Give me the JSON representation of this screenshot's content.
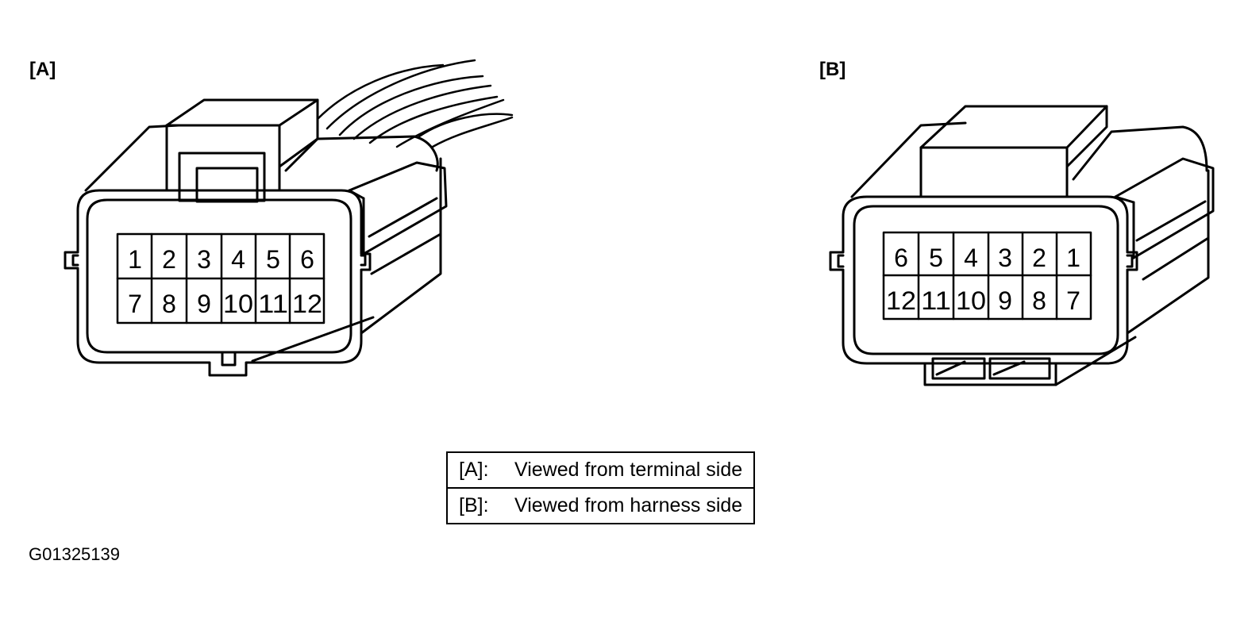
{
  "panels": {
    "a": {
      "label": "[A]",
      "top_row": [
        "1",
        "2",
        "3",
        "4",
        "5",
        "6"
      ],
      "bottom_row": [
        "7",
        "8",
        "9",
        "10",
        "11",
        "12"
      ]
    },
    "b": {
      "label": "[B]",
      "top_row": [
        "6",
        "5",
        "4",
        "3",
        "2",
        "1"
      ],
      "bottom_row": [
        "12",
        "11",
        "10",
        "9",
        "8",
        "7"
      ]
    }
  },
  "legend": {
    "rows": [
      {
        "tag": "[A]:",
        "text": "Viewed from terminal side"
      },
      {
        "tag": "[B]:",
        "text": "Viewed from harness side"
      }
    ]
  },
  "figure_id": "G01325139"
}
